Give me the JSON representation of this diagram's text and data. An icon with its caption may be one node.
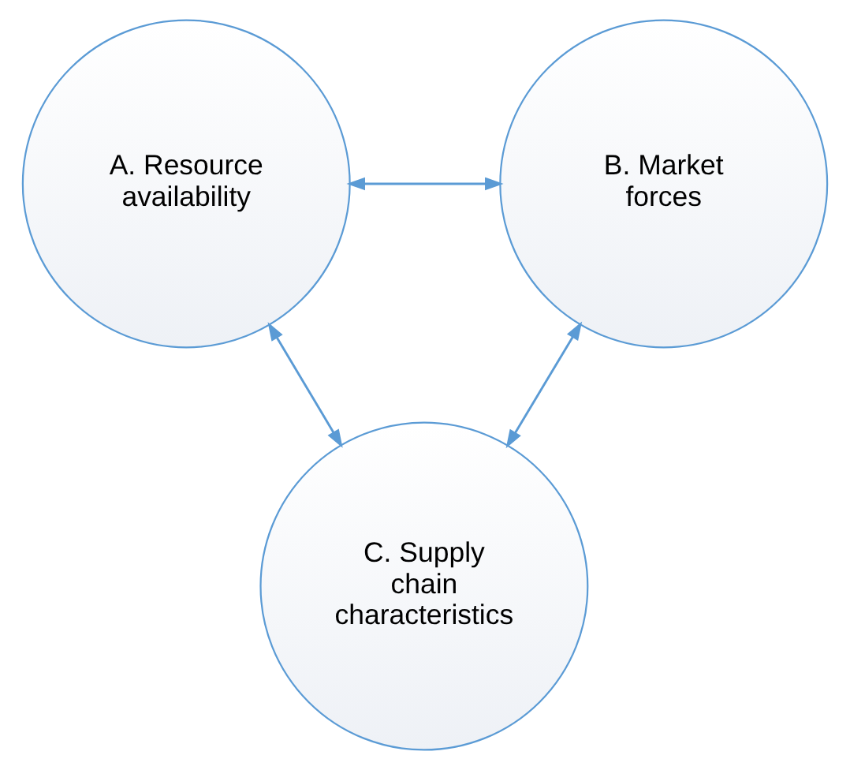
{
  "diagram": {
    "nodes": [
      {
        "text": [
          "A. Resource availability"
        ]
      },
      {
        "text": [
          "B. Market forces"
        ]
      },
      {
        "text": [
          "C. Supply chain characteristics"
        ]
      }
    ],
    "edges": [
      {
        "from": 0,
        "to": 1,
        "arrow": "both"
      },
      {
        "from": 0,
        "to": 2,
        "arrow": "both"
      },
      {
        "from": 1,
        "to": 2,
        "arrow": "both"
      }
    ]
  }
}
